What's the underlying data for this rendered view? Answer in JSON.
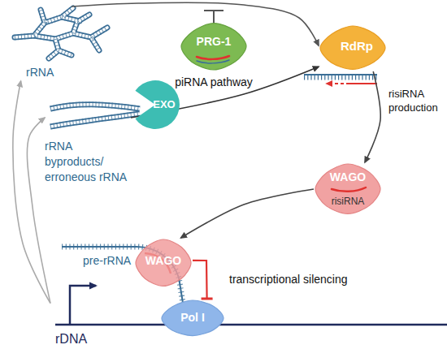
{
  "diagram": {
    "nodes": [
      {
        "text": [
          "rRNA"
        ]
      },
      {
        "text": [
          "PRG-1",
          "piRNA pathway"
        ]
      },
      {
        "text": [
          "RdRp"
        ]
      },
      {
        "text": [
          "rRNA byproducts/ erroneous rRNA"
        ]
      },
      {
        "text": [
          "EXO"
        ]
      },
      {
        "text": [
          "WAGO",
          "risiRNA"
        ]
      },
      {
        "text": [
          "pre-rRNA"
        ]
      },
      {
        "text": [
          "WAGO"
        ]
      },
      {
        "text": [
          "Pol I"
        ]
      },
      {
        "text": [
          "rDNA"
        ]
      }
    ],
    "edges": [
      {
        "from": 0,
        "to": 2,
        "arrow": "to"
      },
      {
        "from": 3,
        "to": 2,
        "arrow": "to"
      },
      {
        "from": 2,
        "to": 5,
        "arrow": "to"
      },
      {
        "from": 5,
        "to": 7,
        "arrow": "to"
      },
      {
        "from": 9,
        "to": 0,
        "arrow": "to"
      },
      {
        "from": 9,
        "to": 3,
        "arrow": "to"
      },
      {
        "from": 7,
        "to": 8,
        "label": "transcriptional silencing",
        "arrow": "to"
      }
    ],
    "labels": [
      "risiRNA production"
    ]
  }
}
